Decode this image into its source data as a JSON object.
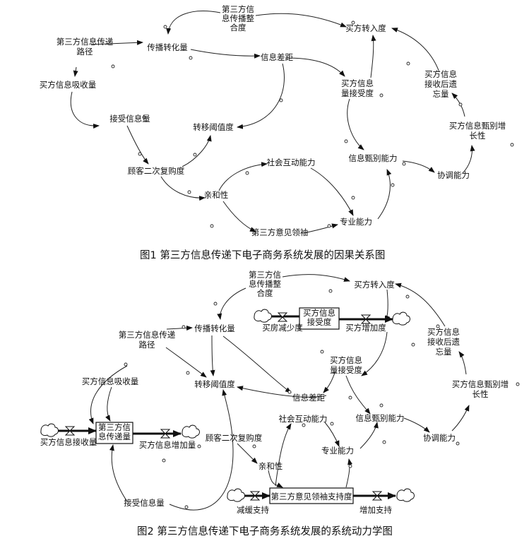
{
  "figure1": {
    "caption": "图1  第三方信息传递下电子商务系统发展的因果关系图",
    "nodes": {
      "n1": [
        "第三方信",
        "息传播整",
        "合度"
      ],
      "n2": [
        "买方转入度"
      ],
      "n3": [
        "第三方信息传递",
        "路径"
      ],
      "n4": [
        "传播转化量"
      ],
      "n5": [
        "信息差距"
      ],
      "n6": [
        "买方信息",
        "量接受度"
      ],
      "n7": [
        "买方信息",
        "接收后遗",
        "忘量"
      ],
      "n8": [
        "买方信息吸收量"
      ],
      "n9": [
        "接受信息量"
      ],
      "n10": [
        "转移阈值度"
      ],
      "n11": [
        "买方信息甄别增",
        "长性"
      ],
      "n12": [
        "信息甄别能力"
      ],
      "n13": [
        "协调能力"
      ],
      "n14": [
        "顾客二次复购度"
      ],
      "n15": [
        "社会互动能力"
      ],
      "n16": [
        "亲和性"
      ],
      "n17": [
        "专业能力"
      ],
      "n18": [
        "第三方意见领袖"
      ]
    }
  },
  "figure2": {
    "caption": "图2  第三方信息传递下电子商务系统发展的系统动力学图",
    "nodes": {
      "m1": [
        "第三方信",
        "息传播整",
        "合度"
      ],
      "m2": [
        "买方转入度"
      ],
      "m3": [
        "买方信息",
        "接受度"
      ],
      "m4": [
        "买房减少度"
      ],
      "m5": [
        "买方增加度"
      ],
      "m6": [
        "第三方信息传递",
        "路径"
      ],
      "m7": [
        "传播转化量"
      ],
      "m8": [
        "买方信息",
        "接收后遗",
        "忘量"
      ],
      "m9": [
        "买方信息",
        "量接受度"
      ],
      "m10": [
        "买方信息吸收量"
      ],
      "m11": [
        "转移阈值度"
      ],
      "m12": [
        "信息差距"
      ],
      "m13": [
        "买方信息甄别增",
        "长性"
      ],
      "m14": [
        "第三方信",
        "息传递量"
      ],
      "m15": [
        "买方信息接收量"
      ],
      "m16": [
        "买方信息增加量"
      ],
      "m17": [
        "社会互动能力"
      ],
      "m18": [
        "信息甄别能力"
      ],
      "m19": [
        "协调能力"
      ],
      "m20": [
        "顾客二次复购度"
      ],
      "m21": [
        "专业能力"
      ],
      "m22": [
        "亲和性"
      ],
      "m23": [
        "第三方意见领袖支持度"
      ],
      "m24": [
        "减缓支持"
      ],
      "m25": [
        "增加支持"
      ],
      "m26": [
        "接受信息量"
      ]
    }
  }
}
